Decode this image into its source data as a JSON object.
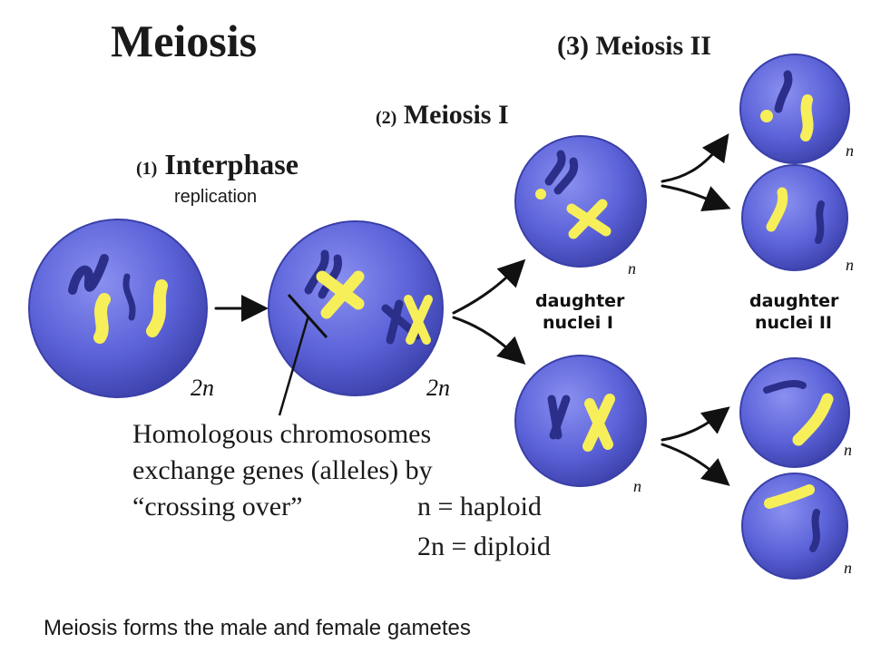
{
  "title": "Meiosis",
  "stages": {
    "interphase": {
      "number": "(1)",
      "label": "Interphase",
      "sublabel": "replication"
    },
    "meiosis1": {
      "number": "(2)",
      "label": "Meiosis I"
    },
    "meiosis2": {
      "number": "(3)",
      "label": "Meiosis II"
    }
  },
  "ploidy_labels": {
    "cell1": "2n",
    "cell2": "2n",
    "d1_top": "n",
    "d1_bottom": "n",
    "d2_1": "n",
    "d2_2": "n",
    "d2_3": "n",
    "d2_4": "n"
  },
  "daughter_labels": {
    "nuclei1": [
      "daughter",
      "nuclei I"
    ],
    "nuclei2": [
      "daughter",
      "nuclei II"
    ]
  },
  "crossing_text": [
    "Homologous chromosomes",
    "exchange genes (alleles) by",
    "“crossing over”"
  ],
  "legend": {
    "haploid": "n = haploid",
    "diploid": "2n = diploid"
  },
  "caption": "Meiosis forms the male and female gametes",
  "colors": {
    "cell_fill": "#5b62d8",
    "cell_edge": "#3a3fa8",
    "chrom_blue": "#2b2f8a",
    "chrom_yellow": "#f7ef5a"
  }
}
